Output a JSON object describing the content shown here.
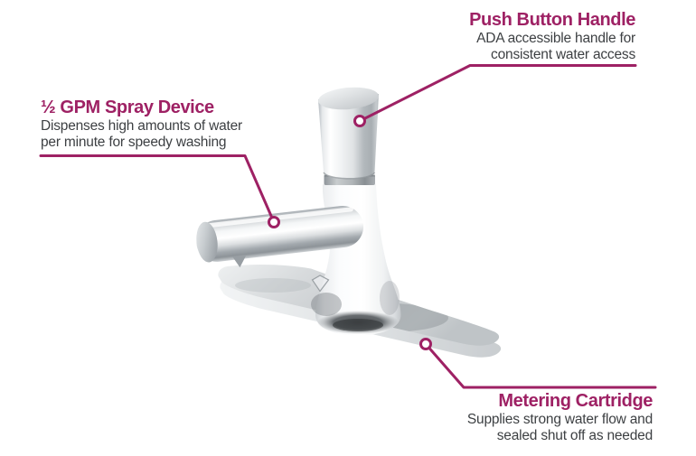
{
  "diagram": {
    "colors": {
      "accent": "#9e2164",
      "description_text": "#3d4043",
      "background": "#ffffff"
    },
    "illustration": "chrome push-button metering faucet on deck plate",
    "callouts": [
      {
        "id": "push-button-handle",
        "title": "Push Button Handle",
        "description_line1": "ADA accessible handle for",
        "description_line2": "consistent water access"
      },
      {
        "id": "gpm-spray-device",
        "title": "½ GPM Spray Device",
        "description_line1": "Dispenses high amounts of water",
        "description_line2": "per minute for speedy washing"
      },
      {
        "id": "metering-cartridge",
        "title": "Metering Cartridge",
        "description_line1": "Supplies strong water flow and",
        "description_line2": "sealed shut off as needed"
      }
    ]
  }
}
